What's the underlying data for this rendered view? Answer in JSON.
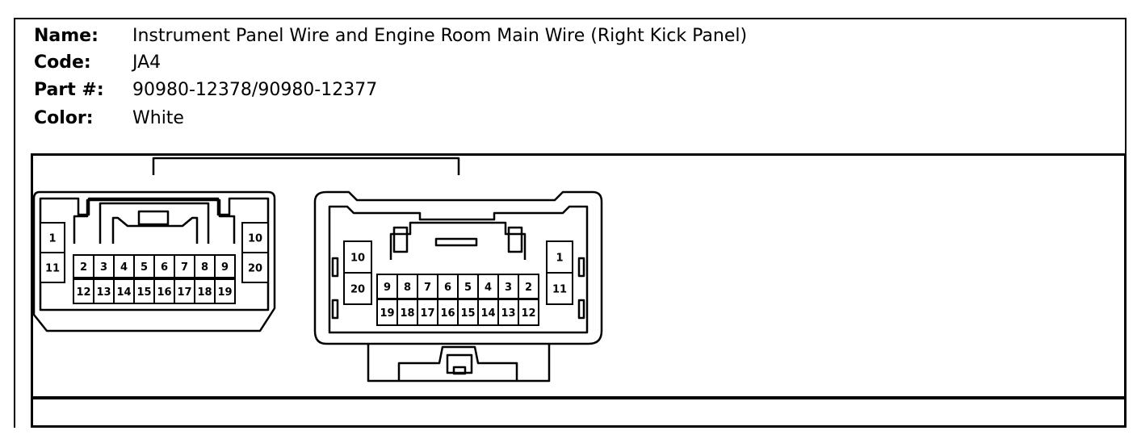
{
  "info": {
    "name_label": "Name:",
    "name_value": "Instrument Panel Wire and Engine Room Main Wire (Right Kick Panel)",
    "code_label": "Code:",
    "code_value": "JA4",
    "part_label": "Part #:",
    "part_value": "90980-12378/90980-12377",
    "color_label": "Color:",
    "color_value": "White"
  },
  "left_connector": {
    "upper_pins": [
      "2",
      "3",
      "4",
      "5",
      "6",
      "7",
      "8",
      "9"
    ],
    "lower_pins": [
      "12",
      "13",
      "14",
      "15",
      "16",
      "17",
      "18",
      "19"
    ],
    "side_left": [
      "1",
      "11"
    ],
    "side_right": [
      "10",
      "20"
    ]
  },
  "right_connector": {
    "upper_pins": [
      "9",
      "8",
      "7",
      "6",
      "5",
      "4",
      "3",
      "2"
    ],
    "lower_pins": [
      "19",
      "18",
      "17",
      "16",
      "15",
      "14",
      "13",
      "12"
    ],
    "side_left": [
      "10",
      "20"
    ],
    "side_right": [
      "1",
      "11"
    ]
  }
}
